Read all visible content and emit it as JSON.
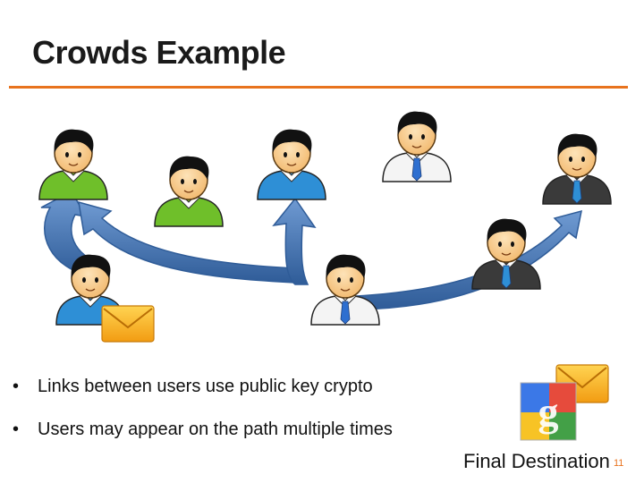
{
  "slide": {
    "title": "Crowds Example",
    "bullets": [
      "Links between users use public key crypto",
      "Users may appear on the path multiple times"
    ],
    "final_destination_label": "Final Destination",
    "page_number": "11",
    "accent_color": "#e8731e"
  },
  "users": [
    {
      "shirt": "green",
      "tie": false
    },
    {
      "shirt": "green",
      "tie": false
    },
    {
      "shirt": "blue",
      "tie": false
    },
    {
      "shirt": "white",
      "tie": true
    },
    {
      "shirt": "dark",
      "tie": true
    },
    {
      "shirt": "blue",
      "tie": false
    },
    {
      "shirt": "white",
      "tie": true
    },
    {
      "shirt": "dark",
      "tie": true
    }
  ],
  "icons": {
    "message": "envelope-icon",
    "destination": "google-logo-icon",
    "user": "user-icon"
  },
  "colors": {
    "arrow": "#4f7fbf",
    "arrow_dark": "#2f5c98",
    "green_shirt": "#6fbf2a",
    "blue_shirt": "#2e8fd6",
    "white_shirt": "#f4f4f4",
    "dark_shirt": "#3a3a3a",
    "envelope": "#f6b51e"
  }
}
